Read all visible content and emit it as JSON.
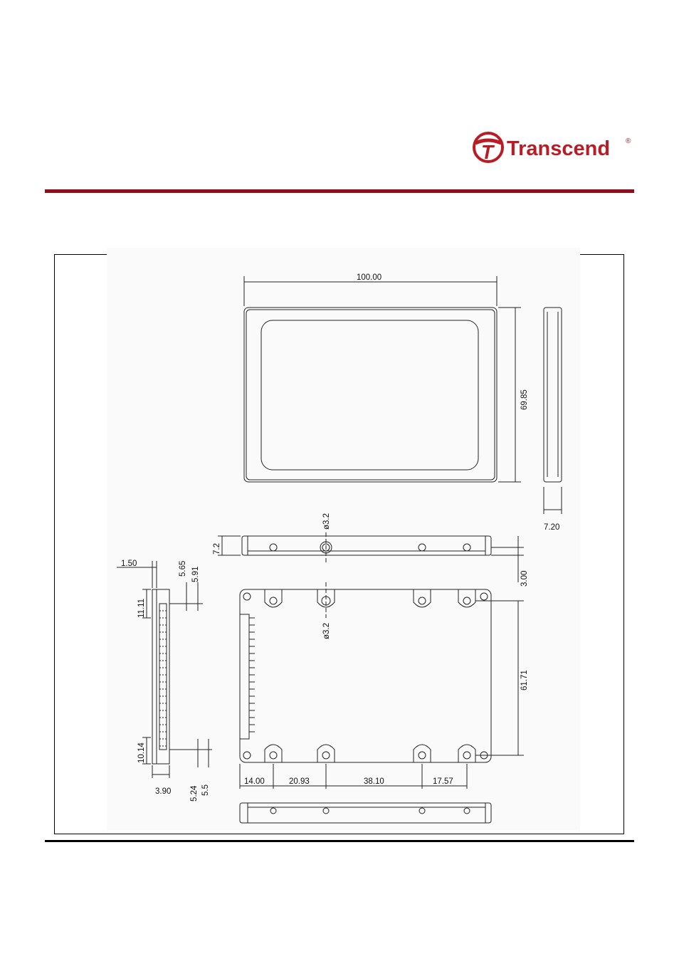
{
  "brand": {
    "name": "Transcend",
    "registered_mark": "®",
    "mark_letter": "T",
    "colors": {
      "brand_red": "#b81c24",
      "rule_red": "#8b0e1a"
    }
  },
  "drawing": {
    "dimensions": {
      "width": "100.00",
      "height": "69.85",
      "thickness": "7.20",
      "side_height": "7.2",
      "hole_diameter_top": "ø3.2",
      "hole_diameter_bottom": "ø3.2",
      "hole_offset": "3.00",
      "hole_spacing_vertical": "61.71",
      "connector_1_50": "1.50",
      "connector_5_65": "5.65",
      "connector_5_91": "5.91",
      "connector_11_11": "11.11",
      "connector_10_14": "10.14",
      "connector_3_90": "3.90",
      "connector_5_24": "5.24",
      "connector_5_5": "5.5",
      "hole_x_14_00": "14.00",
      "hole_x_20_93": "20.93",
      "hole_x_38_10": "38.10",
      "hole_x_17_57": "17.57"
    }
  }
}
